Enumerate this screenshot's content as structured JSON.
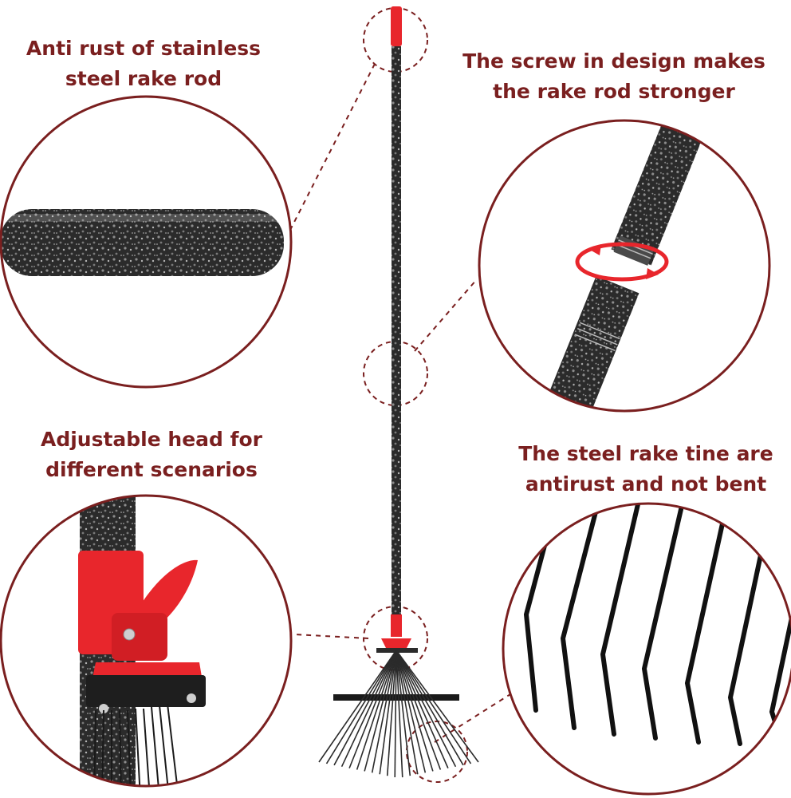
{
  "captions": {
    "top_left": {
      "line1": "Anti rust of stainless",
      "line2": "steel rake rod"
    },
    "top_right": {
      "line1": "The screw in design makes",
      "line2": "the rake rod stronger"
    },
    "bottom_left": {
      "line1": "Adjustable head for",
      "line2": "different scenarios"
    },
    "bottom_right": {
      "line1": "The steel rake tine are",
      "line2": "antirust and not bent"
    }
  },
  "colors": {
    "caption": "#7a1f1f",
    "circle_border": "#7a1f1f",
    "accent_red": "#e8262c",
    "rod_dark": "#2b2b2b",
    "rod_speckle": "#9a9a9a"
  }
}
